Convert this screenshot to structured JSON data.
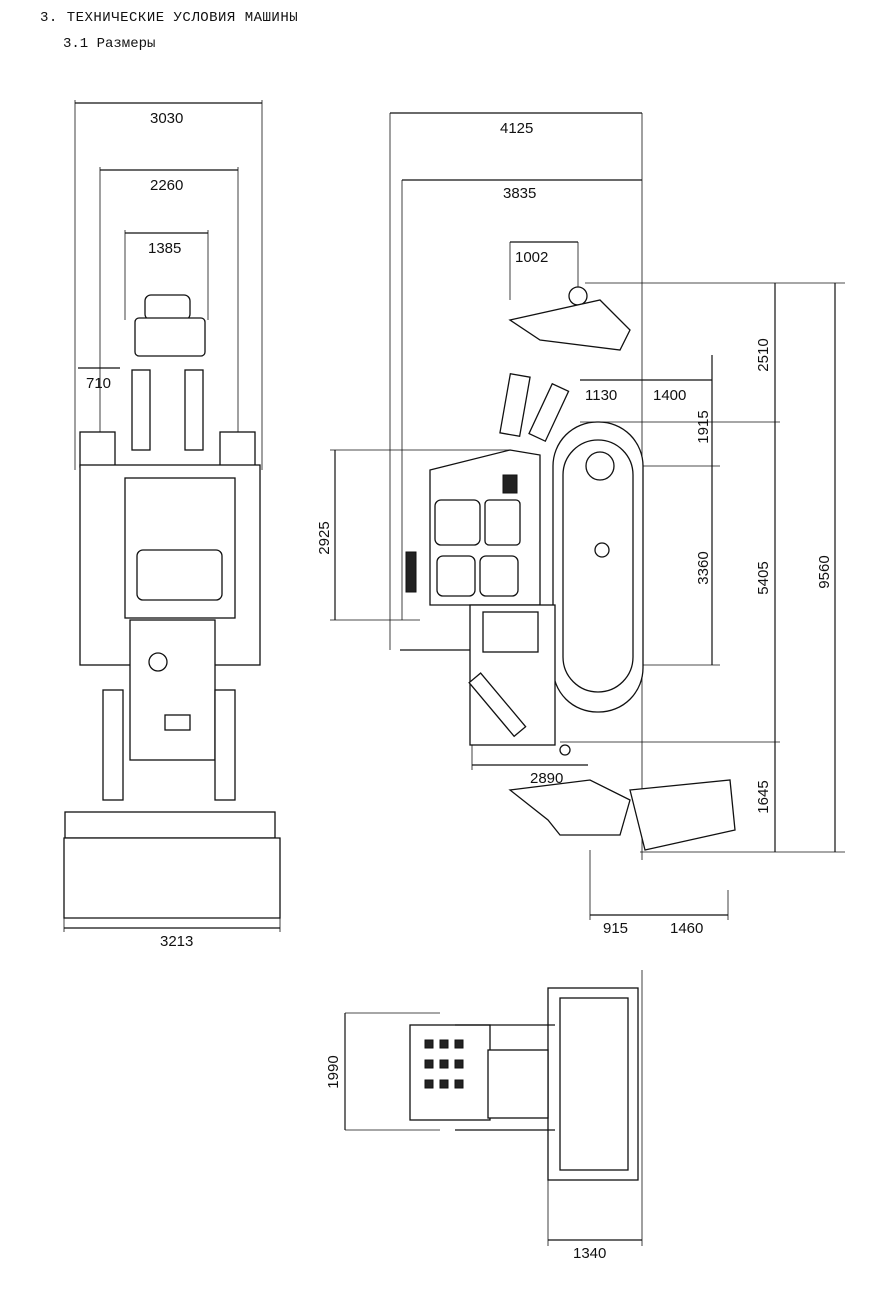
{
  "heading": {
    "section": "3.  ТЕХНИЧЕСКИЕ УСЛОВИЯ МАШИНЫ",
    "subsection": "3.1  Размеры"
  },
  "dimensions": {
    "front": {
      "overall_width": "3030",
      "track_width": "2260",
      "cab_width": "1385",
      "offset": "710",
      "blade_width": "3213"
    },
    "side": {
      "overall_length": "4125",
      "length_2": "3835",
      "boom_offset": "1002",
      "height_top": "2510",
      "reach_1400": "1400",
      "reach_1130": "1130",
      "height_1915": "1915",
      "cab_height": "2925",
      "track_span": "3360",
      "height_5405": "5405",
      "total_height": "9560",
      "base_length": "2890",
      "bottom_height": "1645",
      "foot_915": "915",
      "foot_1460": "1460"
    },
    "top": {
      "width": "1990",
      "length": "1340"
    }
  }
}
